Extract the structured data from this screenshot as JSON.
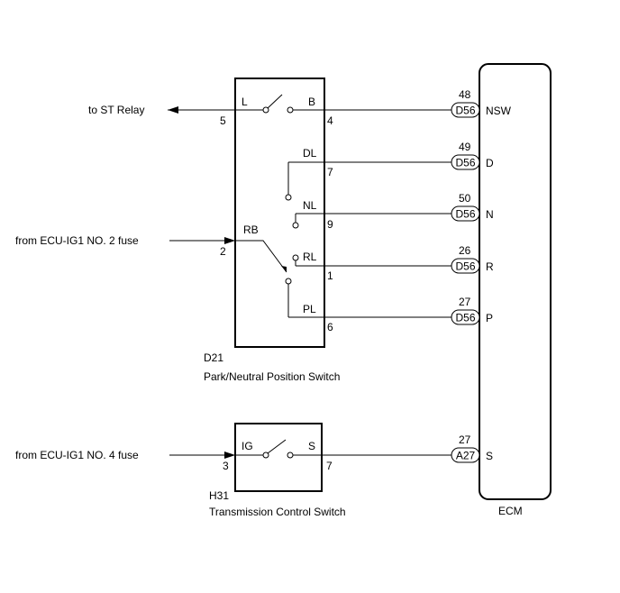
{
  "external": {
    "st_relay": "to ST Relay",
    "fuse2": "from ECU-IG1 NO. 2 fuse",
    "fuse4": "from ECU-IG1 NO. 4 fuse"
  },
  "pnp_switch": {
    "code": "D21",
    "name": "Park/Neutral Position Switch",
    "terminals": {
      "L": "L",
      "B": "B",
      "DL": "DL",
      "NL": "NL",
      "RB": "RB",
      "RL": "RL",
      "PL": "PL"
    },
    "pins": {
      "L": "5",
      "B": "4",
      "DL": "7",
      "NL": "9",
      "RB": "2",
      "RL": "1",
      "PL": "6"
    }
  },
  "tc_switch": {
    "code": "H31",
    "name": "Transmission Control Switch",
    "terminals": {
      "IG": "IG",
      "S": "S"
    },
    "pins": {
      "IG": "3",
      "S": "7"
    }
  },
  "ecm": {
    "name": "ECM",
    "connectors": [
      {
        "pin": "48",
        "connector": "D56",
        "terminal": "NSW"
      },
      {
        "pin": "49",
        "connector": "D56",
        "terminal": "D"
      },
      {
        "pin": "50",
        "connector": "D56",
        "terminal": "N"
      },
      {
        "pin": "26",
        "connector": "D56",
        "terminal": "R"
      },
      {
        "pin": "27",
        "connector": "D56",
        "terminal": "P"
      },
      {
        "pin": "27",
        "connector": "A27",
        "terminal": "S"
      }
    ]
  }
}
